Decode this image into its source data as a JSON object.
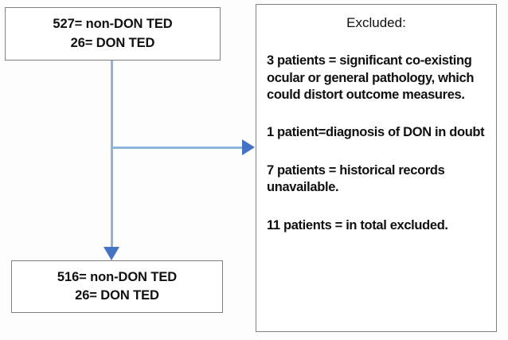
{
  "diagram": {
    "type": "patient-flow-chart",
    "boxes": {
      "initial_cohort": {
        "line1": "527= non-DON TED",
        "line2": "26= DON TED"
      },
      "included_cohort": {
        "line1": "516= non-DON TED",
        "line2": "26= DON TED"
      }
    },
    "excluded_panel": {
      "title": "Excluded:",
      "reasons": [
        "3 patients = significant co-existing ocular or general pathology, which could distort outcome measures.",
        "1 patient=diagnosis of DON in doubt",
        "7 patients = historical records unavailable.",
        "11 patients = in total excluded."
      ]
    },
    "connectors": {
      "line_color": "#8EB4DC",
      "arrowhead_color": "#4472C4",
      "box_border_color": "#808080"
    }
  }
}
